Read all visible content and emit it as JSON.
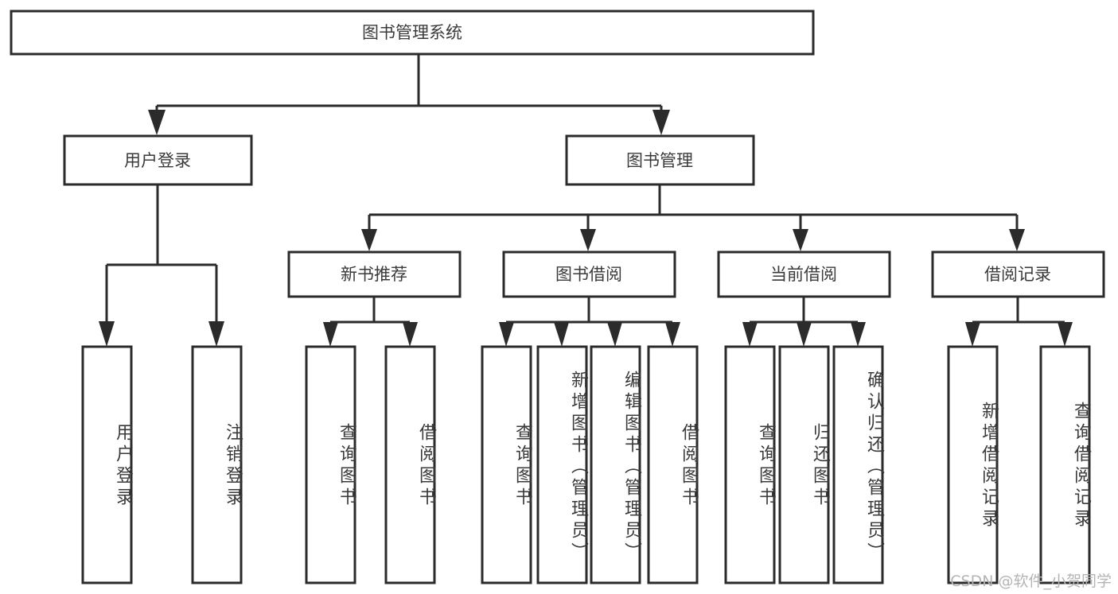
{
  "diagram": {
    "title": "图书管理系统",
    "watermark": "CSDN @软件_小贺同学",
    "colors": {
      "stroke": "#2b2b2b",
      "box_fill": "#ffffff",
      "text": "#3a3a3a",
      "background": "#ffffff",
      "watermark": "#b4b4b4"
    },
    "root": {
      "label": "图书管理系统"
    },
    "level2": [
      {
        "label": "用户登录"
      },
      {
        "label": "图书管理"
      }
    ],
    "level3": [
      {
        "label": "新书推荐"
      },
      {
        "label": "图书借阅"
      },
      {
        "label": "当前借阅"
      },
      {
        "label": "借阅记录"
      }
    ],
    "leaves": {
      "user_login": [
        {
          "label": "用户登录"
        },
        {
          "label": "注销登录"
        }
      ],
      "new_book_recommend": [
        {
          "label": "查询图书"
        },
        {
          "label": "借阅图书"
        }
      ],
      "book_borrow": [
        {
          "label": "查询图书"
        },
        {
          "label": "新增图书（管理员）"
        },
        {
          "label": "编辑图书（管理员）"
        },
        {
          "label": "借阅图书"
        }
      ],
      "current_borrow": [
        {
          "label": "查询图书"
        },
        {
          "label": "归还图书"
        },
        {
          "label": "确认归还（管理员）"
        }
      ],
      "borrow_record": [
        {
          "label": "新增借阅记录"
        },
        {
          "label": "查询借阅记录"
        }
      ]
    }
  }
}
